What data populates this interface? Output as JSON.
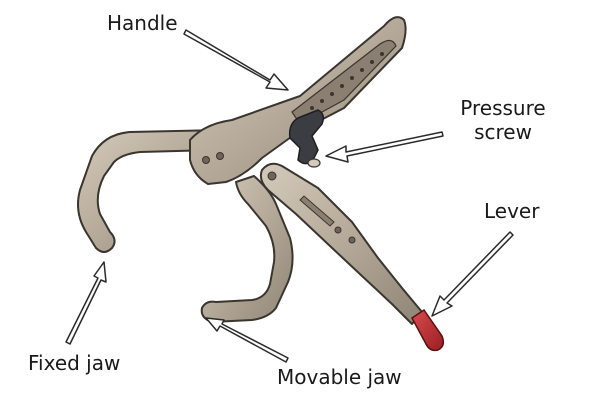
{
  "labels": {
    "handle": "Handle",
    "pressure_screw_line1": "Pressure",
    "pressure_screw_line2": "screw",
    "lever": "Lever",
    "fixed_jaw": "Fixed jaw",
    "movable_jaw": "Movable jaw"
  },
  "colors": {
    "metal": "#b5aa99",
    "metal_dark": "#8a7f70",
    "metal_light": "#d4cabb",
    "outline": "#3a352f",
    "dark_part": "#3b3d42",
    "lever_tip": "#b52a2e",
    "arrow": "#2a2a2a"
  }
}
